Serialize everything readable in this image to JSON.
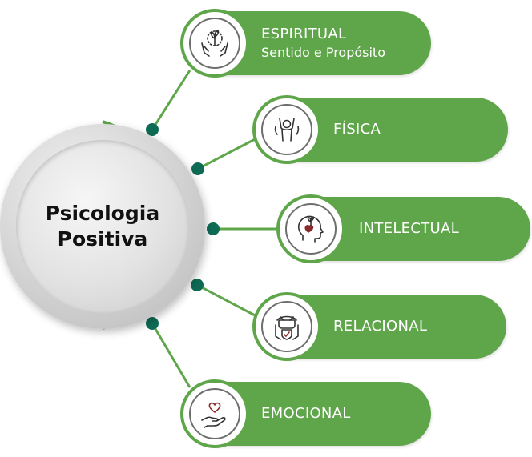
{
  "hub": {
    "title": "Psicologia\nPositiva"
  },
  "colors": {
    "branch": "#5fa64a",
    "node_dot": "#0d6b54",
    "hub_text": "#111111",
    "pill_text": "#ffffff"
  },
  "branches": [
    {
      "title": "ESPIRITUAL",
      "subtitle": "Sentido e Propósito",
      "icon": "hands-plant-icon"
    },
    {
      "title": "FÍSICA",
      "subtitle": "",
      "icon": "person-raising-arms-icon"
    },
    {
      "title": "INTELECTUAL",
      "subtitle": "",
      "icon": "head-plant-heart-icon"
    },
    {
      "title": "RELACIONAL",
      "subtitle": "",
      "icon": "handshake-shield-icon"
    },
    {
      "title": "EMOCIONAL",
      "subtitle": "",
      "icon": "hand-heart-icon"
    }
  ]
}
